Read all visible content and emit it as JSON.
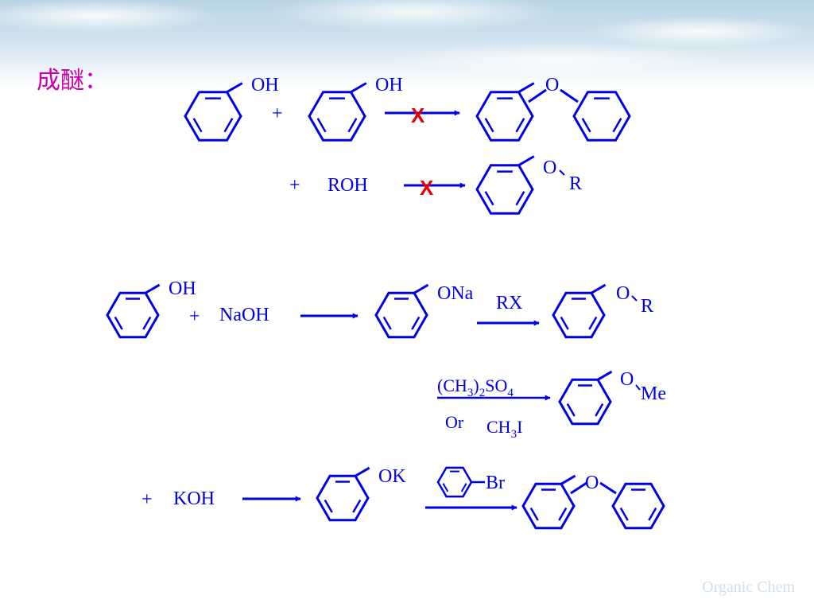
{
  "slide": {
    "title": "成醚：",
    "footer": "Organic Chem"
  },
  "colors": {
    "ink": "#0000e6",
    "title": "#cc00aa",
    "cross": "#e60000"
  },
  "labels": {
    "oh": "OH",
    "o": "O",
    "r": "R",
    "plus": "+",
    "cross": "X",
    "roh": "ROH",
    "naoh": "NaOH",
    "ona": "ONa",
    "rx": "RX",
    "me": "Me",
    "reagent_top": "(CH3)2SO4",
    "reagent_top_parts": {
      "a": "(CH",
      "b": "3",
      "c": ")",
      "d": "2",
      "e": "SO",
      "f": "4"
    },
    "or": "Or",
    "reagent_bottom_parts": {
      "a": "CH",
      "b": "3",
      "c": "I"
    },
    "koh": "KOH",
    "ok": "OK",
    "br": "Br"
  }
}
